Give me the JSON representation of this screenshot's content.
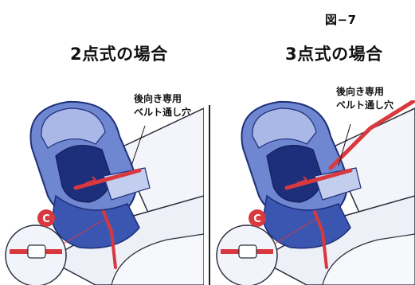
{
  "figure": {
    "label": "図−7"
  },
  "panels": [
    {
      "title": "2点式の場合",
      "callout_line1": "後向き専用",
      "callout_line2": "ベルト通し穴",
      "marker": "C"
    },
    {
      "title": "3点式の場合",
      "callout_line1": "後向き専用",
      "callout_line2": "ベルト通し穴",
      "marker": "C"
    }
  ],
  "colors": {
    "seat_blue": "#3a56b0",
    "seat_light_blue": "#a9b8e6",
    "seat_dark_blue": "#1d2f7a",
    "belt_red": "#d8393f",
    "outline": "#2a2a3a"
  }
}
